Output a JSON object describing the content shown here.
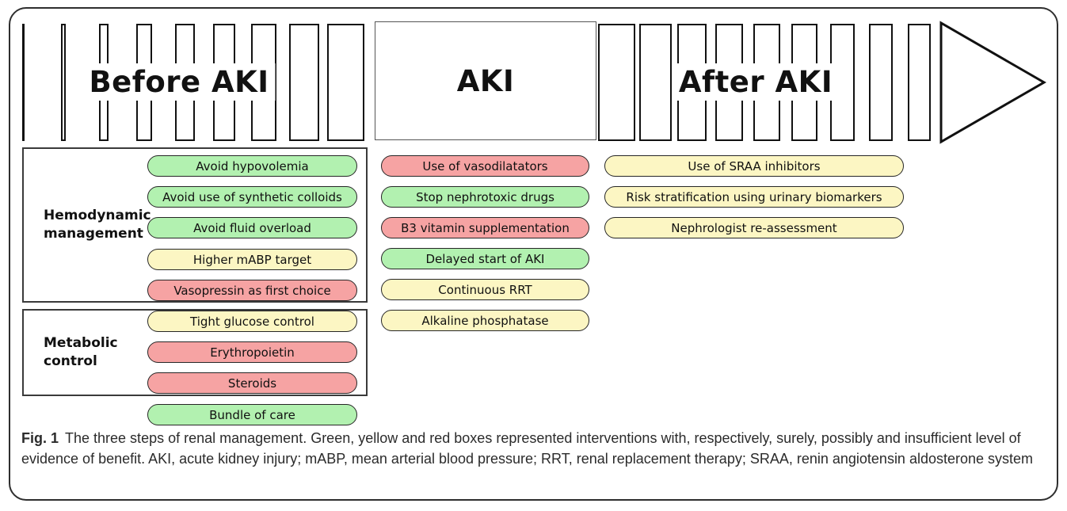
{
  "figure": {
    "phases": [
      {
        "label": "Before AKI"
      },
      {
        "label": "AKI"
      },
      {
        "label": "After AKI"
      }
    ],
    "groups": [
      {
        "label": "Hemodynamic\nmanagement"
      },
      {
        "label": "Metabolic\ncontrol"
      }
    ],
    "colors": {
      "green": "#b2f1b0",
      "yellow": "#fcf6c3",
      "red": "#f6a3a3",
      "pill_border": "#262626",
      "bar_stroke": "#111111",
      "frame_stroke": "#2e2e2e"
    },
    "evidence_legend": {
      "green": "surely",
      "yellow": "possibly",
      "red": "insufficient"
    },
    "pills": {
      "before_aki": [
        {
          "label": "Avoid hypovolemia",
          "color": "green"
        },
        {
          "label": "Avoid use of synthetic colloids",
          "color": "green"
        },
        {
          "label": "Avoid fluid overload",
          "color": "green"
        },
        {
          "label": "Higher mABP target",
          "color": "yellow"
        },
        {
          "label": "Vasopressin as first choice",
          "color": "red"
        },
        {
          "label": "Tight glucose control",
          "color": "yellow"
        },
        {
          "label": "Erythropoietin",
          "color": "red"
        },
        {
          "label": "Steroids",
          "color": "red"
        },
        {
          "label": "Bundle of care",
          "color": "green"
        }
      ],
      "aki": [
        {
          "label": "Use of vasodilatators",
          "color": "red"
        },
        {
          "label": "Stop nephrotoxic drugs",
          "color": "green"
        },
        {
          "label": "B3 vitamin supplementation",
          "color": "red"
        },
        {
          "label": "Delayed start of AKI",
          "color": "green"
        },
        {
          "label": "Continuous RRT",
          "color": "yellow"
        },
        {
          "label": "Alkaline phosphatase",
          "color": "yellow"
        }
      ],
      "after_aki": [
        {
          "label": "Use of SRAA inhibitors",
          "color": "yellow"
        },
        {
          "label": "Risk stratification using urinary biomarkers",
          "color": "yellow"
        },
        {
          "label": "Nephrologist re-assessment",
          "color": "yellow"
        }
      ]
    },
    "caption": {
      "label": "Fig. 1",
      "text": "The three steps of renal management. Green, yellow and red boxes represented interventions with, respectively, surely, possibly and insufficient level of evidence of benefit. AKI, acute kidney injury; mABP, mean arterial blood pressure; RRT, renal replacement therapy; SRAA, renin angiotensin aldosterone system"
    }
  }
}
